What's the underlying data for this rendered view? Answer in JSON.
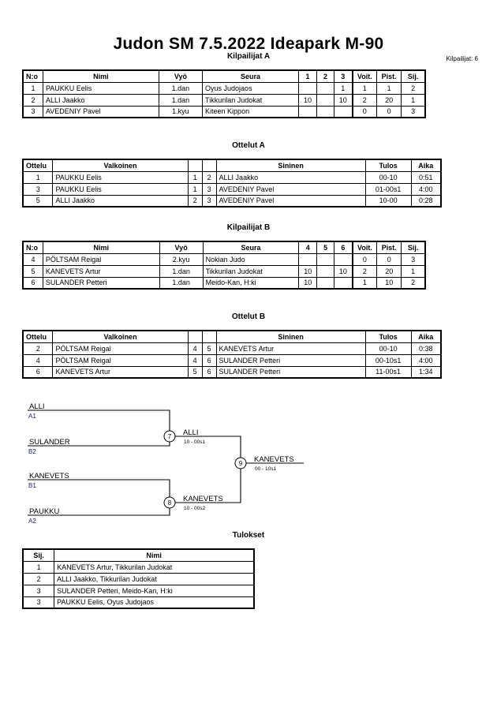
{
  "header": {
    "title": "Judon SM  7.5.2022  Ideapark   M-90",
    "competitor_count": "Kilpailijat: 6"
  },
  "sections": {
    "kilpailijat_a": "Kilpailijat A",
    "ottelut_a": "Ottelut A",
    "kilpailijat_b": "Kilpailijat B",
    "ottelut_b": "Ottelut B",
    "tulokset": "Tulokset"
  },
  "pool_a": {
    "headers": [
      "N:o",
      "Nimi",
      "Vyö",
      "Seura",
      "1",
      "2",
      "3",
      "Voit.",
      "Pist.",
      "Sij."
    ],
    "rows": [
      {
        "no": "1",
        "name": "PAUKKU Eelis",
        "belt": "1.dan",
        "club": "Oyus Judojaos",
        "m1": "",
        "m2": "",
        "m3": "1",
        "wins": "1",
        "points": "1",
        "rank": "2"
      },
      {
        "no": "2",
        "name": "ALLI Jaakko",
        "belt": "1.dan",
        "club": "Tikkurilan Judokat",
        "m1": "10",
        "m2": "",
        "m3": "10",
        "wins": "2",
        "points": "20",
        "rank": "1"
      },
      {
        "no": "3",
        "name": "AVEDENIY Pavel",
        "belt": "1.kyu",
        "club": "Kiteen Kippon",
        "m1": "",
        "m2": "",
        "m3": "",
        "wins": "0",
        "points": "0",
        "rank": "3"
      }
    ]
  },
  "matches_a": {
    "headers": [
      "Ottelu",
      "Valkoinen",
      "",
      "",
      "Sininen",
      "Tulos",
      "Aika"
    ],
    "rows": [
      {
        "match": "1",
        "white": "PAUKKU Eelis",
        "white_no": "1",
        "blue_no": "2",
        "blue": "ALLI Jaakko",
        "result": "00-10",
        "time": "0:51"
      },
      {
        "match": "3",
        "white": "PAUKKU Eelis",
        "white_no": "1",
        "blue_no": "3",
        "blue": "AVEDENIY Pavel",
        "result": "01-00s1",
        "time": "4:00"
      },
      {
        "match": "5",
        "white": "ALLI Jaakko",
        "white_no": "2",
        "blue_no": "3",
        "blue": "AVEDENIY Pavel",
        "result": "10-00",
        "time": "0:28"
      }
    ]
  },
  "pool_b": {
    "headers": [
      "N:o",
      "Nimi",
      "Vyö",
      "Seura",
      "4",
      "5",
      "6",
      "Voit.",
      "Pist.",
      "Sij."
    ],
    "rows": [
      {
        "no": "4",
        "name": "PÖLTSAM Reigal",
        "belt": "2.kyu",
        "club": "Nokian Judo",
        "m1": "",
        "m2": "",
        "m3": "",
        "wins": "0",
        "points": "0",
        "rank": "3"
      },
      {
        "no": "5",
        "name": "KANEVETS Artur",
        "belt": "1.dan",
        "club": "Tikkurilan Judokat",
        "m1": "10",
        "m2": "",
        "m3": "10",
        "wins": "2",
        "points": "20",
        "rank": "1"
      },
      {
        "no": "6",
        "name": "SULANDER Petteri",
        "belt": "1.dan",
        "club": "Meido-Kan, H:ki",
        "m1": "10",
        "m2": "",
        "m3": "",
        "wins": "1",
        "points": "10",
        "rank": "2"
      }
    ]
  },
  "matches_b": {
    "headers": [
      "Ottelu",
      "Valkoinen",
      "",
      "",
      "Sininen",
      "Tulos",
      "Aika"
    ],
    "rows": [
      {
        "match": "2",
        "white": "PÖLTSAM Reigal",
        "white_no": "4",
        "blue_no": "5",
        "blue": "KANEVETS Artur",
        "result": "00-10",
        "time": "0:38"
      },
      {
        "match": "4",
        "white": "PÖLTSAM Reigal",
        "white_no": "4",
        "blue_no": "6",
        "blue": "SULANDER Petteri",
        "result": "00-10s1",
        "time": "4:00"
      },
      {
        "match": "6",
        "white": "KANEVETS Artur",
        "white_no": "5",
        "blue_no": "6",
        "blue": "SULANDER Petteri",
        "result": "11-00s1",
        "time": "1:34"
      }
    ]
  },
  "bracket": {
    "entries": [
      {
        "name": "ALLI",
        "seed": "A1"
      },
      {
        "name": "SULANDER",
        "seed": "B2"
      },
      {
        "name": "KANEVETS",
        "seed": "B1"
      },
      {
        "name": "PAUKKU",
        "seed": "A2"
      }
    ],
    "semifinals": [
      {
        "number": "7",
        "winner": "ALLI",
        "score": "10 - 00s1"
      },
      {
        "number": "8",
        "winner": "KANEVETS",
        "score": "10 - 00s2"
      }
    ],
    "final": {
      "number": "9",
      "winner": "KANEVETS",
      "score": "00 - 10s1"
    }
  },
  "results": {
    "headers": [
      "Sij.",
      "Nimi"
    ],
    "rows": [
      {
        "rank": "1",
        "name": "KANEVETS Artur, Tikkurilan Judokat"
      },
      {
        "rank": "2",
        "name": "ALLI Jaakko, Tikkurilan Judokat"
      },
      {
        "rank": "3",
        "name": "SULANDER Petteri, Meido-Kan, H:ki"
      },
      {
        "rank": "3",
        "name": "PAUKKU Eelis, Oyus Judojaos"
      }
    ]
  }
}
